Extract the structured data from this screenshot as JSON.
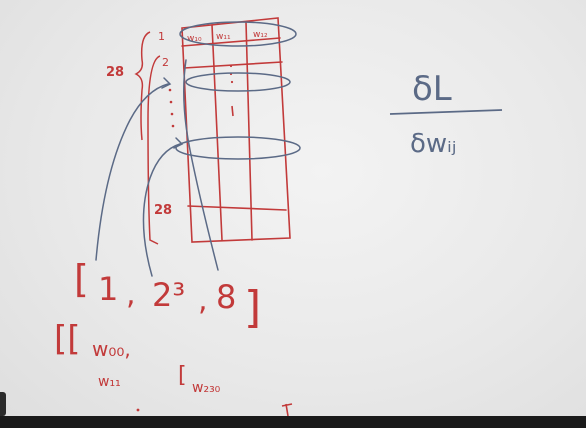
{
  "colors": {
    "red_marker": "#c23a3a",
    "blue_marker": "#5b6a86",
    "board": "#eeeeee",
    "bar": "#1a1a1a"
  },
  "whiteboard": {
    "table_headers": [
      "w₁₀",
      "w₁₁",
      "w₁₂"
    ],
    "row_indices": [
      "1",
      "2"
    ],
    "row_count_top": "28",
    "row_count_bottom": "28",
    "list_open": "[",
    "list_values": [
      "1",
      "2³",
      "8"
    ],
    "list_commas": [
      ",",
      ","
    ],
    "list_close": "]",
    "nested_open": "[[",
    "nested_w00": "w₀₀,",
    "nested_w11": "w₁₁",
    "nested_second_open": "[",
    "nested_w230": "w₂₃₀",
    "derivative_numerator": "δL",
    "derivative_denominator": "δwᵢⱼ"
  }
}
